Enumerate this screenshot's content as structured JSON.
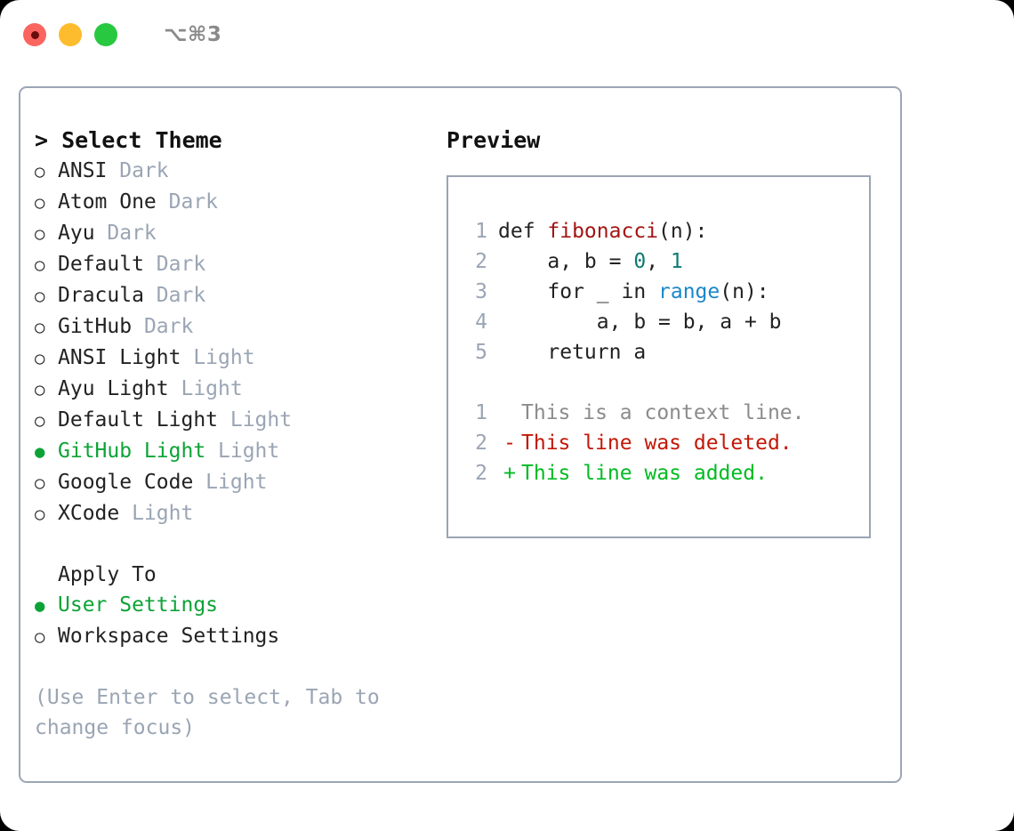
{
  "titlebar": {
    "shortcut": "⌥⌘3",
    "buttons": [
      {
        "name": "close",
        "color": "#fb6560"
      },
      {
        "name": "minimize",
        "color": "#fdbc2e"
      },
      {
        "name": "zoom",
        "color": "#28c840"
      }
    ]
  },
  "theme_picker": {
    "heading": "> Select Theme",
    "prompt_marker": ">",
    "marker_unselected": "○",
    "marker_selected": "●",
    "accent_color": "#0ca336",
    "muted_color": "#9aa5b4",
    "options": [
      {
        "marker": "○",
        "label": "ANSI",
        "suffix": "Dark",
        "selected": false
      },
      {
        "marker": "○",
        "label": "Atom One",
        "suffix": "Dark",
        "selected": false
      },
      {
        "marker": "○",
        "label": "Ayu",
        "suffix": "Dark",
        "selected": false
      },
      {
        "marker": "○",
        "label": "Default",
        "suffix": "Dark",
        "selected": false
      },
      {
        "marker": "○",
        "label": "Dracula",
        "suffix": "Dark",
        "selected": false
      },
      {
        "marker": "○",
        "label": "GitHub",
        "suffix": "Dark",
        "selected": false
      },
      {
        "marker": "○",
        "label": "ANSI Light",
        "suffix": "Light",
        "selected": false
      },
      {
        "marker": "○",
        "label": "Ayu Light",
        "suffix": "Light",
        "selected": false
      },
      {
        "marker": "○",
        "label": "Default Light",
        "suffix": "Light",
        "selected": false
      },
      {
        "marker": "●",
        "label": "GitHub Light",
        "suffix": "Light",
        "selected": true
      },
      {
        "marker": "○",
        "label": "Google Code",
        "suffix": "Light",
        "selected": false
      },
      {
        "marker": "○",
        "label": "XCode",
        "suffix": "Light",
        "selected": false
      }
    ]
  },
  "apply_to": {
    "heading": "Apply To",
    "options": [
      {
        "marker": "●",
        "label": "User Settings",
        "selected": true
      },
      {
        "marker": "○",
        "label": "Workspace Settings",
        "selected": false
      }
    ]
  },
  "hint": "(Use Enter to select, Tab to change focus)",
  "preview": {
    "title": "Preview",
    "code_lines": [
      {
        "lineno": "1",
        "tokens": [
          {
            "text": "def ",
            "cls": "code-text"
          },
          {
            "text": "fibonacci",
            "cls": "tok-fn"
          },
          {
            "text": "(n):",
            "cls": "code-text"
          }
        ]
      },
      {
        "lineno": "2",
        "tokens": [
          {
            "text": "    a, b = ",
            "cls": "code-text"
          },
          {
            "text": "0",
            "cls": "tok-num"
          },
          {
            "text": ", ",
            "cls": "code-text"
          },
          {
            "text": "1",
            "cls": "tok-num"
          }
        ]
      },
      {
        "lineno": "3",
        "tokens": [
          {
            "text": "    for _ in ",
            "cls": "code-text"
          },
          {
            "text": "range",
            "cls": "tok-call"
          },
          {
            "text": "(n):",
            "cls": "code-text"
          }
        ]
      },
      {
        "lineno": "4",
        "tokens": [
          {
            "text": "        a, b = b, a + b",
            "cls": "code-text"
          }
        ]
      },
      {
        "lineno": "5",
        "tokens": [
          {
            "text": "    return a",
            "cls": "code-text"
          }
        ]
      }
    ],
    "diff_lines": [
      {
        "lineno": "1",
        "mark": " ",
        "text": "This is a context line.",
        "kind": "diff-ctx"
      },
      {
        "lineno": "2",
        "mark": "-",
        "text": "This line was deleted.",
        "kind": "diff-del"
      },
      {
        "lineno": "2",
        "mark": "+",
        "text": "This line was added.",
        "kind": "diff-add"
      }
    ],
    "syntax_colors": {
      "function": "#a31515",
      "number": "#0d7a72",
      "builtin": "#1b87c9",
      "plain": "#222222",
      "gutter": "#9aa5b4",
      "diff_context": "#8b8b8b",
      "diff_deleted": "#c21807",
      "diff_added": "#00bb22"
    }
  }
}
